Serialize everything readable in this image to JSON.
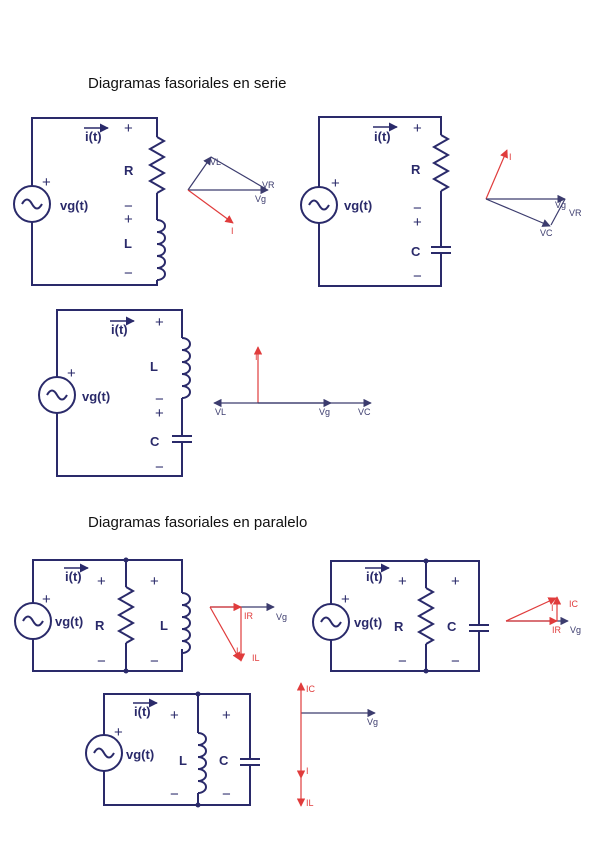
{
  "headings": {
    "series": "Diagramas fasoriales en serie",
    "parallel": "Diagramas fasoriales en paralelo"
  },
  "labels": {
    "current": "i(t)",
    "source": "vg(t)",
    "plus": "+",
    "minus": "−",
    "R": "R",
    "L": "L",
    "C": "C"
  },
  "phasors": {
    "VL": "VL",
    "VR": "VR",
    "VC": "VC",
    "Vg": "Vg",
    "I": "I",
    "IR": "IR",
    "IL": "IL",
    "IC": "IC"
  },
  "colors": {
    "wire": "#2a2a6a",
    "voltage_phasor": "#3c3c6e",
    "current_phasor": "#e03c3c",
    "heading_text": "#111111"
  }
}
